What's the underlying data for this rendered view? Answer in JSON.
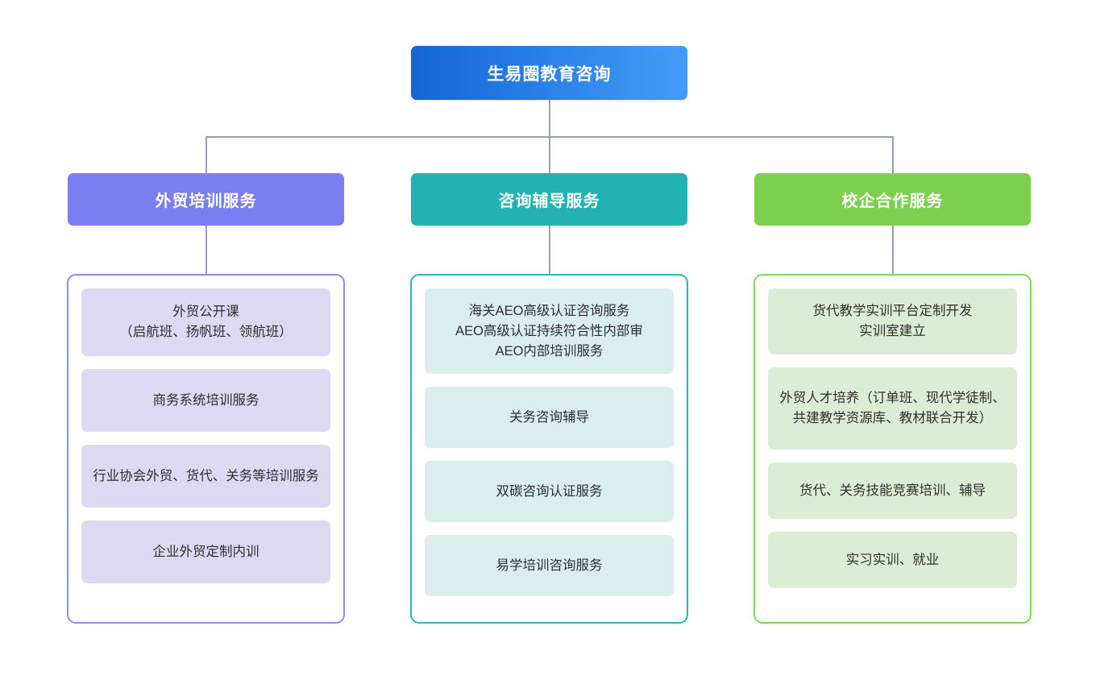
{
  "diagram": {
    "type": "organization-tree",
    "root": {
      "label": "生易圈教育咨询",
      "color": "#1565d8",
      "color_end": "#429df6"
    },
    "branches": [
      {
        "label": "外贸培训服务",
        "color": "#7b7ef0",
        "border_color": "#8b8ef0",
        "card_color": "#ddd9f2",
        "items": [
          {
            "lines": [
              "外贸公开课",
              "（启航班、扬帆班、领航班）"
            ]
          },
          {
            "lines": [
              "商务系统培训服务"
            ]
          },
          {
            "lines": [
              "行业协会外贸、货代、关务等培训服务"
            ]
          },
          {
            "lines": [
              "企业外贸定制内训"
            ]
          }
        ]
      },
      {
        "label": "咨询辅导服务",
        "color": "#22b2b2",
        "border_color": "#26b7b7",
        "card_color": "#daeeee",
        "items": [
          {
            "lines": [
              "海关AEO高级认证咨询服务",
              "AEO高级认证持续符合性内部审",
              "AEO内部培训服务"
            ]
          },
          {
            "lines": [
              "关务咨询辅导"
            ]
          },
          {
            "lines": [
              "双碳咨询认证服务"
            ]
          },
          {
            "lines": [
              "易学培训咨询服务"
            ]
          }
        ]
      },
      {
        "label": "校企合作服务",
        "color": "#7dcf50",
        "border_color": "#7ed957",
        "card_color": "#dcedd6",
        "items": [
          {
            "lines": [
              "货代教学实训平台定制开发",
              "实训室建立"
            ]
          },
          {
            "lines": [
              "外贸人才培养（订单班、现代学徒制、共建教学资源库、教材联合开发）"
            ]
          },
          {
            "lines": [
              "货代、关务技能竞赛培训、辅导"
            ]
          },
          {
            "lines": [
              "实习实训、就业"
            ]
          }
        ]
      }
    ],
    "connector_color": "#97a3b0"
  }
}
